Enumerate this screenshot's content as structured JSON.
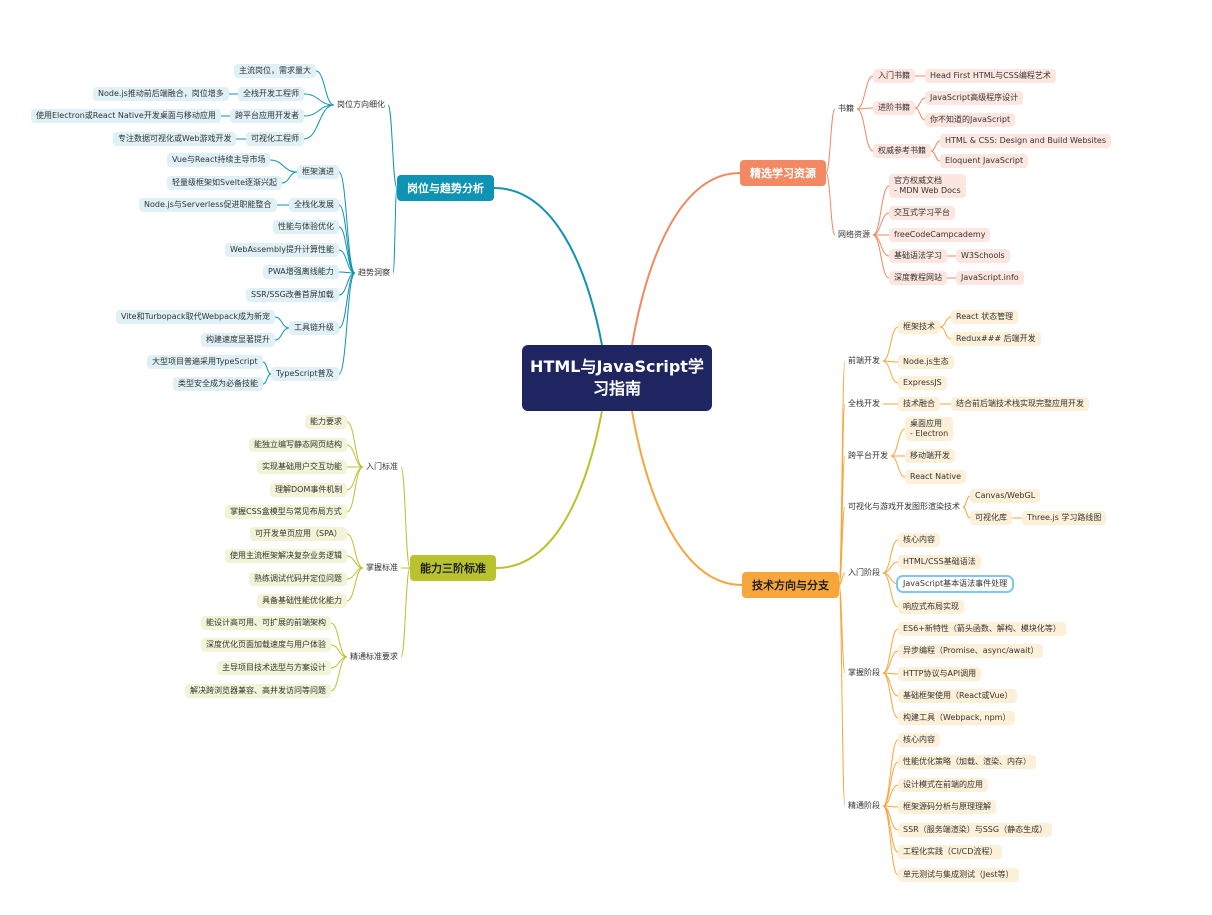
{
  "root": "HTML与JavaScript学\n习指南",
  "colors": {
    "root": "#1f2560",
    "blue": "#0e93b5",
    "red": "#f28962",
    "orange": "#f7a63c",
    "green": "#b9c32e"
  },
  "branches": [
    {
      "key": "blue",
      "label": "岗位与趋势分析",
      "children": [
        {
          "label": "岗位方向细化",
          "children": [
            {
              "label": "主流岗位，需求量大"
            },
            {
              "label": "全栈开发工程师",
              "children": [
                {
                  "label": "Node.js推动前后端融合，岗位增多"
                }
              ]
            },
            {
              "label": "跨平台应用开发者",
              "children": [
                {
                  "label": "使用Electron或React Native开发桌面与移动应用"
                }
              ]
            },
            {
              "label": "可视化工程师",
              "children": [
                {
                  "label": "专注数据可视化或Web游戏开发"
                }
              ]
            }
          ]
        },
        {
          "label": "趋势洞察",
          "children": [
            {
              "label": "框架演进",
              "children": [
                {
                  "label": "Vue与React持续主导市场"
                },
                {
                  "label": "轻量级框架如Svelte逐渐兴起"
                }
              ]
            },
            {
              "label": "全栈化发展",
              "children": [
                {
                  "label": "Node.js与Serverless促进职能整合"
                }
              ]
            },
            {
              "label": "性能与体验优化"
            },
            {
              "label": "WebAssembly提升计算性能"
            },
            {
              "label": "PWA增强离线能力"
            },
            {
              "label": "SSR/SSG改善首屏加载"
            },
            {
              "label": "工具链升级",
              "children": [
                {
                  "label": "Vite和Turbopack取代Webpack成为新宠"
                },
                {
                  "label": "构建速度显著提升"
                }
              ]
            },
            {
              "label": "TypeScript普及",
              "children": [
                {
                  "label": "大型项目普遍采用TypeScript"
                },
                {
                  "label": "类型安全成为必备技能"
                }
              ]
            }
          ]
        }
      ]
    },
    {
      "key": "green",
      "label": "能力三阶标准",
      "children": [
        {
          "label": "入门标准",
          "children": [
            {
              "label": "能力要求"
            },
            {
              "label": "能独立编写静态网页结构"
            },
            {
              "label": "实现基础用户交互功能"
            },
            {
              "label": "理解DOM事件机制"
            },
            {
              "label": "掌握CSS盒模型与常见布局方式"
            }
          ]
        },
        {
          "label": "掌握标准",
          "children": [
            {
              "label": "可开发单页应用（SPA）"
            },
            {
              "label": "使用主流框架解决复杂业务逻辑"
            },
            {
              "label": "熟练调试代码并定位问题"
            },
            {
              "label": "具备基础性能优化能力"
            }
          ]
        },
        {
          "label": "精通标准要求",
          "children": [
            {
              "label": "能设计高可用、可扩展的前端架构"
            },
            {
              "label": "深度优化页面加载速度与用户体验"
            },
            {
              "label": "主导项目技术选型与方案设计"
            },
            {
              "label": "解决跨浏览器兼容、高并发访问等问题"
            }
          ]
        }
      ]
    },
    {
      "key": "red",
      "label": "精选学习资源",
      "children": [
        {
          "label": "书籍",
          "children": [
            {
              "label": "入门书籍",
              "children": [
                {
                  "label": "Head First HTML与CSS编程艺术"
                }
              ]
            },
            {
              "label": "进阶书籍",
              "children": [
                {
                  "label": "JavaScript高级程序设计"
                },
                {
                  "label": "你不知道的JavaScript"
                }
              ]
            },
            {
              "label": "权威参考书籍",
              "children": [
                {
                  "label": "HTML & CSS: Design and Build Websites"
                },
                {
                  "label": "Eloquent JavaScript"
                }
              ]
            }
          ]
        },
        {
          "label": "网络资源",
          "children": [
            {
              "label": "官方权威文档\n- MDN Web Docs"
            },
            {
              "label": "交互式学习平台"
            },
            {
              "label": "freeCodeCampcademy"
            },
            {
              "label": "基础语法学习",
              "children": [
                {
                  "label": "W3Schools"
                }
              ]
            },
            {
              "label": "深度教程网站",
              "children": [
                {
                  "label": "JavaScript.info"
                }
              ]
            }
          ]
        }
      ]
    },
    {
      "key": "orange",
      "label": "技术方向与分支",
      "children": [
        {
          "label": "前端开发",
          "children": [
            {
              "label": "框架技术",
              "children": [
                {
                  "label": "React 状态管理"
                },
                {
                  "label": "Redux### 后端开发"
                }
              ]
            },
            {
              "label": "Node.js生态"
            },
            {
              "label": "ExpressJS"
            }
          ]
        },
        {
          "label": "全栈开发",
          "children": [
            {
              "label": "技术融合",
              "children": [
                {
                  "label": "结合前后端技术栈实现完整应用开发"
                }
              ]
            }
          ]
        },
        {
          "label": "跨平台开发",
          "children": [
            {
              "label": "桌面应用\n- Electron"
            },
            {
              "label": "移动端开发"
            },
            {
              "label": "React Native"
            }
          ]
        },
        {
          "label": "可视化与游戏开发图形渲染技术",
          "children": [
            {
              "label": "Canvas/WebGL"
            },
            {
              "label": "可视化库",
              "children": [
                {
                  "label": "Three.js 学习路线图"
                }
              ]
            }
          ]
        },
        {
          "label": "入门阶段",
          "children": [
            {
              "label": "核心内容"
            },
            {
              "label": "HTML/CSS基础语法"
            },
            {
              "label": "JavaScript基本语法事件处理"
            },
            {
              "label": "响应式布局实现"
            }
          ]
        },
        {
          "label": "掌握阶段",
          "children": [
            {
              "label": "ES6+新特性（箭头函数、解构、模块化等）"
            },
            {
              "label": "异步编程（Promise、async/await）"
            },
            {
              "label": "HTTP协议与API调用"
            },
            {
              "label": "基础框架使用（React或Vue）"
            },
            {
              "label": "构建工具（Webpack, npm）"
            }
          ]
        },
        {
          "label": "精通阶段",
          "children": [
            {
              "label": "核心内容"
            },
            {
              "label": "性能优化策略（加载、渲染、内存）"
            },
            {
              "label": "设计模式在前端的应用"
            },
            {
              "label": "框架源码分析与原理理解"
            },
            {
              "label": "SSR（服务端渲染）与SSG（静态生成）"
            },
            {
              "label": "工程化实践（CI/CD流程）"
            },
            {
              "label": "单元测试与集成测试（Jest等）"
            }
          ]
        }
      ]
    }
  ]
}
